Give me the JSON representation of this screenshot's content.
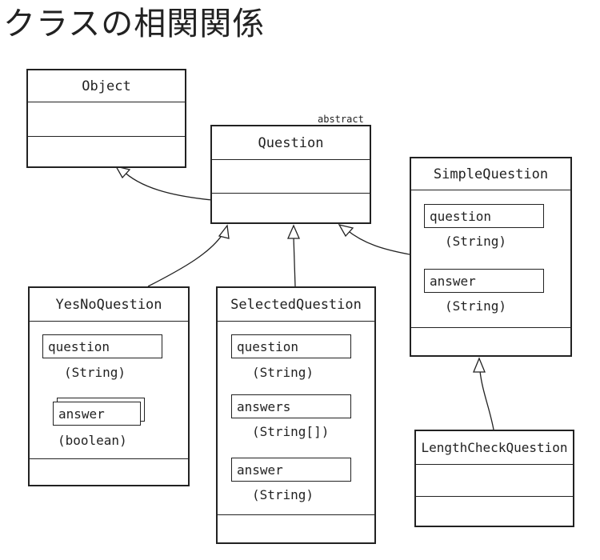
{
  "title": "クラスの相関関係",
  "classes": {
    "object": {
      "name": "Object"
    },
    "question": {
      "name": "Question",
      "stereotype": "abstract"
    },
    "simple": {
      "name": "SimpleQuestion",
      "fields": [
        {
          "name": "question",
          "type": "(String)"
        },
        {
          "name": "answer",
          "type": "(String)"
        }
      ]
    },
    "yesno": {
      "name": "YesNoQuestion",
      "fields": [
        {
          "name": "question",
          "type": "(String)"
        },
        {
          "name": "answer",
          "type": "(boolean)"
        }
      ]
    },
    "selected": {
      "name": "SelectedQuestion",
      "fields": [
        {
          "name": "question",
          "type": "(String)"
        },
        {
          "name": "answers",
          "type": "(String[])"
        },
        {
          "name": "answer",
          "type": "(String)"
        }
      ]
    },
    "lengthcheck": {
      "name": "LengthCheckQuestion"
    }
  }
}
